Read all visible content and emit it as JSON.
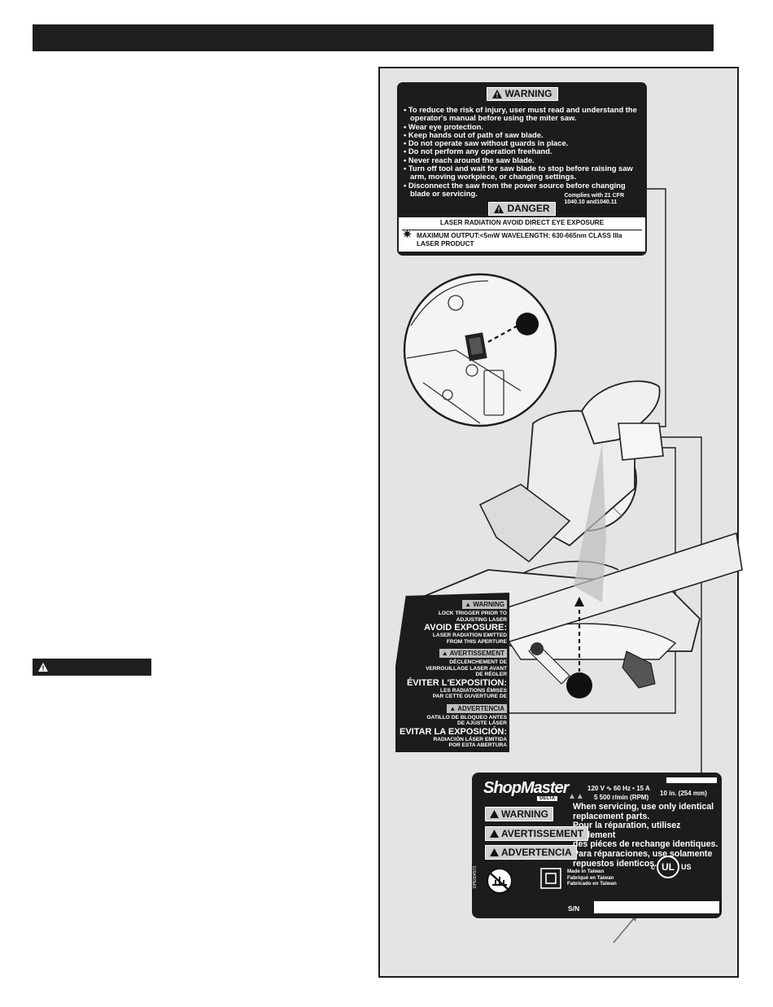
{
  "top_label": {
    "warning_title": "WARNING",
    "items": [
      "To reduce the risk of injury, user must read and understand the operator's manual before using the miter saw.",
      "Wear eye protection.",
      "Keep hands out of path of saw blade.",
      "Do not operate saw without guards in place.",
      "Do not perform any operation freehand.",
      "Never reach around the saw blade.",
      "Turn off tool and wait for saw blade to stop before raising saw arm, moving workpiece, or changing settings.",
      "Disconnect the saw from the power source before changing blade or servicing."
    ],
    "complies_line1": "Complies with 21 CFR",
    "complies_line2": "1040.10 and1040.11",
    "danger_title": "DANGER",
    "laser_line": "LASER RADIATION AVOID DIRECT EYE EXPOSURE",
    "output_line1": "MAXIMUM OUTPUT:<5mW WAVELENGTH: 630-665nm CLASS IIIa",
    "output_line2": "LASER PRODUCT"
  },
  "side_label": {
    "w1_title": "WARNING",
    "w1_line1": "LOCK TRIGGER PRIOR TO",
    "w1_line2": "ADJUSTING LASER",
    "w1_big": "AVOID EXPOSURE:",
    "w1_s1": "LASER RADIATION EMITTED",
    "w1_s2": "FROM THIS APERTURE",
    "w2_title": "AVERTISSEMENT",
    "w2_line1": "DÉCLENCHEMENT DE",
    "w2_line2": "VERROUILLAGE LASER AVANT",
    "w2_line3": "DE RÉGLER",
    "w2_big": "ÉVITER L'EXPOSITION:",
    "w2_s1": "LES RADIATIONS ÉMISES",
    "w2_s2": "PAR CETTE OUVERTURE DE",
    "w3_title": "ADVERTENCIA",
    "w3_line1": "GATILLO DE BLOQUEO ANTES",
    "w3_line2": "DE AJUSTE LÁSER",
    "w3_big": "EVITAR LA EXPOSICIÓN:",
    "w3_s1": "RADIACIÓN LÁSER EMITIDA",
    "w3_s2": "POR ESTA ABERTURA"
  },
  "nameplate": {
    "brand": "ShopMaster",
    "brand_sub": "DELTA",
    "rating": "120 V ∿ 60 Hz • 15 A",
    "speed": "5 500 r/min (RPM)",
    "size": "10 in. (254 mm)",
    "service_en1": "When servicing, use only identical",
    "service_en2": "replacement parts.",
    "service_fr1": "Pour la réparation, utilisez seulement",
    "service_fr2": "des piéces de rechange identiques.",
    "service_es1": "Para réparaciones, use solamente",
    "service_es2": "repuestos identicos.",
    "pill_warning": "WARNING",
    "pill_avert": "AVERTISSEMENT",
    "pill_advert": "ADVERTENCIA",
    "made_en": "Made in Taiwan",
    "made_fr": "Fabriqué en Taiwan",
    "made_es": "Fabricado en Taiwan",
    "ul_c": "c",
    "ul_mark": "UL",
    "ul_us": "US",
    "sn": "S/N",
    "code": "DPE00457S"
  },
  "colors": {
    "label_bg": "#1c1c1c",
    "frame_bg": "#e4e4e4",
    "header_bar": "#1e1e1e"
  }
}
